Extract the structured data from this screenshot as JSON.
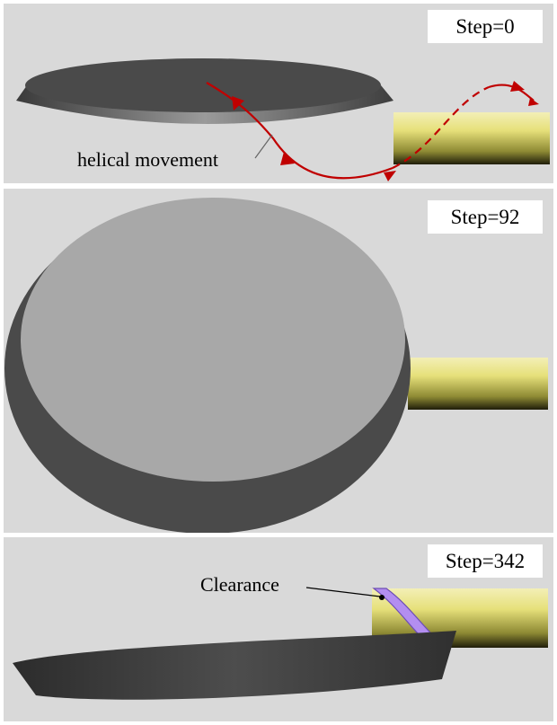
{
  "panels": [
    {
      "step_label": "Step=0",
      "annotation": "helical movement"
    },
    {
      "step_label": "Step=92"
    },
    {
      "step_label": "Step=342",
      "annotation": "Clearance"
    }
  ],
  "colors": {
    "background": "#d9d9d9",
    "disk": "#4a4a4a",
    "disk_face": "#a8a8a8",
    "cylinder": "#e6e07a",
    "trajectory": "#c00000",
    "clearance": "#b38ef0"
  }
}
